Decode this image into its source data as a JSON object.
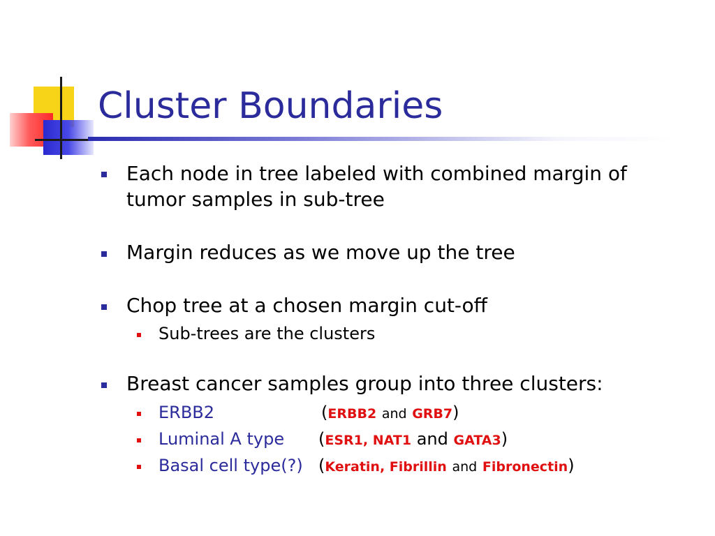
{
  "title": "Cluster Boundaries",
  "colors": {
    "title": "#2b2b9c",
    "red": "#e01010",
    "yellow": "#f7d417"
  },
  "bullets": [
    {
      "line1": "Each node in tree labeled with combined margin of",
      "line2": "tumor samples in sub-tree"
    },
    {
      "text": "Margin reduces as we move up the tree"
    },
    {
      "text": " Chop tree at a chosen margin cut-off",
      "sub": [
        "Sub-trees are the clusters"
      ]
    },
    {
      "text": "Breast cancer samples group into three clusters:"
    }
  ],
  "clusters": [
    {
      "name": "ERBB2",
      "open": "(",
      "genes_a": "ERBB2",
      "and": "and",
      "genes_b": "GRB7",
      "close": ")"
    },
    {
      "name": "Luminal A type",
      "open": "(",
      "genes_a": "ESR1, NAT1",
      "and": "and",
      "genes_b": "GATA3",
      "close": ")"
    },
    {
      "name": "Basal cell type(?)",
      "open": "(",
      "genes_a": "Keratin, Fibrillin",
      "and": "and",
      "genes_b": "Fibronectin",
      "close": ")"
    }
  ]
}
